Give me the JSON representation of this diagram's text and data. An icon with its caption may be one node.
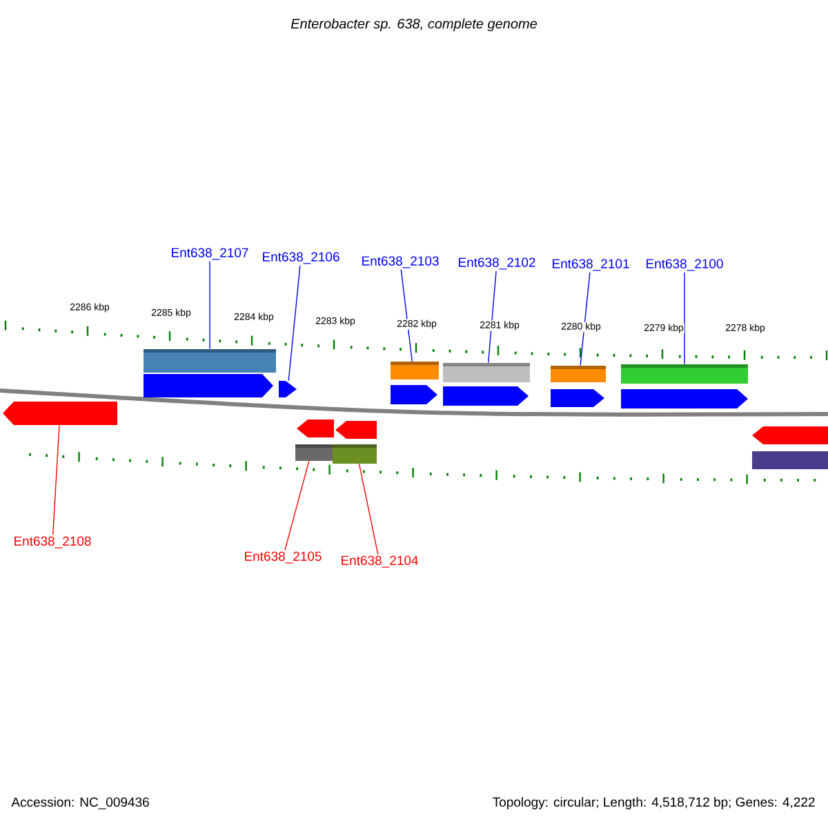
{
  "diagram": {
    "title": "Enterobacter sp. 638, complete genome",
    "nodes": [
      {
        "text": [
          "Ent638_2107"
        ]
      },
      {
        "text": [
          "Ent638_2106"
        ]
      },
      {
        "text": [
          "Ent638_2103"
        ]
      },
      {
        "text": [
          "Ent638_2102"
        ]
      },
      {
        "text": [
          "Ent638_2101"
        ]
      },
      {
        "text": [
          "Ent638_2100"
        ]
      },
      {
        "text": [],
        "shape": "arrow"
      },
      {
        "text": [],
        "shape": "arrow"
      },
      {
        "text": [],
        "shape": "arrow"
      },
      {
        "text": [],
        "shape": "arrow"
      },
      {
        "text": [],
        "shape": "arrow"
      },
      {
        "text": [],
        "shape": "arrow"
      },
      {
        "text": [],
        "shape": "arrow"
      },
      {
        "text": [],
        "shape": "arrow"
      },
      {
        "text": [],
        "shape": "arrow"
      },
      {
        "text": [
          "Ent638_2108"
        ]
      },
      {
        "text": [
          "Ent638_2105"
        ]
      },
      {
        "text": [
          "Ent638_2104"
        ]
      }
    ],
    "edges": [
      {
        "from": 0,
        "to": 6,
        "arrow": "none"
      },
      {
        "from": 1,
        "to": 7,
        "arrow": "none"
      },
      {
        "from": 2,
        "to": 8,
        "arrow": "none"
      },
      {
        "from": 3,
        "to": 9,
        "arrow": "none"
      },
      {
        "from": 4,
        "to": 10,
        "arrow": "none"
      },
      {
        "from": 5,
        "to": 11,
        "arrow": "none"
      },
      {
        "from": 15,
        "to": 12,
        "arrow": "none",
        "color": "#ff0000"
      },
      {
        "from": 16,
        "to": 13,
        "arrow": "none",
        "color": "#ff0000"
      },
      {
        "from": 17,
        "to": 14,
        "arrow": "none",
        "color": "#ff0000"
      }
    ],
    "labels": [
      "2286 kbp",
      "2285 kbp",
      "2284 kbp",
      "2283 kbp",
      "2282 kbp",
      "2281 kbp",
      "2280 kbp",
      "2279 kbp",
      "2278 kbp",
      "Accession: NC_009436",
      "Topology: circular; Length: 4,518,712 bp; Genes: 4,222"
    ]
  }
}
